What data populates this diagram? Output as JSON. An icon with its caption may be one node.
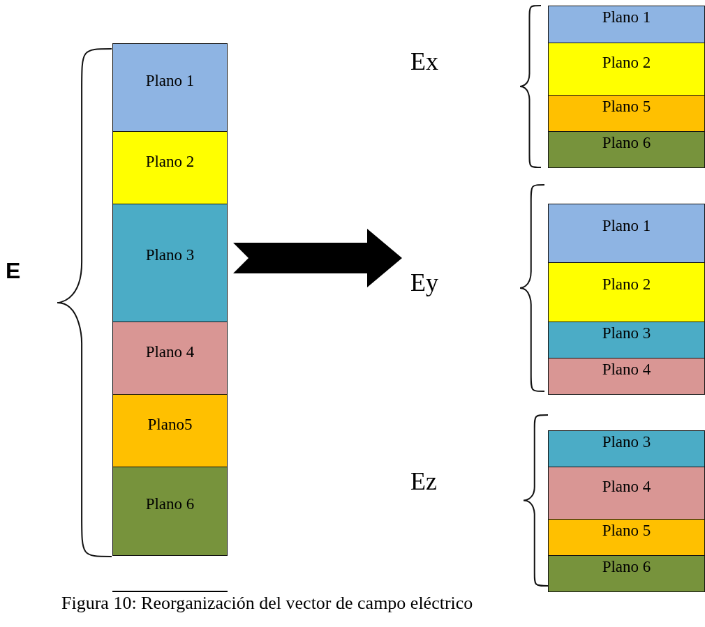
{
  "diagram": {
    "caption": "Figura 10: Reorganización del vector de campo eléctrico",
    "nodes": [
      {
        "text": [
          "E"
        ]
      },
      {
        "text": [
          "Plano 1"
        ],
        "in": 0
      },
      {
        "text": [
          "Plano 2"
        ],
        "in": 0
      },
      {
        "text": [
          "Plano 3"
        ],
        "in": 0
      },
      {
        "text": [
          "Plano 4"
        ],
        "in": 0
      },
      {
        "text": [
          "Plano5"
        ],
        "in": 0
      },
      {
        "text": [
          "Plano 6"
        ],
        "in": 0
      },
      {
        "text": [
          "Ex"
        ]
      },
      {
        "text": [
          "Plano 1"
        ],
        "in": 7
      },
      {
        "text": [
          "Plano 2"
        ],
        "in": 7
      },
      {
        "text": [
          "Plano 5"
        ],
        "in": 7
      },
      {
        "text": [
          "Plano 6"
        ],
        "in": 7
      },
      {
        "text": [
          "Ey"
        ]
      },
      {
        "text": [
          "Plano 1"
        ],
        "in": 12
      },
      {
        "text": [
          "Plano 2"
        ],
        "in": 12
      },
      {
        "text": [
          "Plano 3"
        ],
        "in": 12
      },
      {
        "text": [
          "Plano 4"
        ],
        "in": 12
      },
      {
        "text": [
          "Ez"
        ]
      },
      {
        "text": [
          "Plano 3"
        ],
        "in": 17
      },
      {
        "text": [
          "Plano 4"
        ],
        "in": 17
      },
      {
        "text": [
          "Plano 5"
        ],
        "in": 17
      },
      {
        "text": [
          "Plano 6"
        ],
        "in": 17
      }
    ],
    "edges": [
      {
        "from": 0,
        "to": 12,
        "arrow": "to",
        "style": "thick"
      }
    ]
  }
}
